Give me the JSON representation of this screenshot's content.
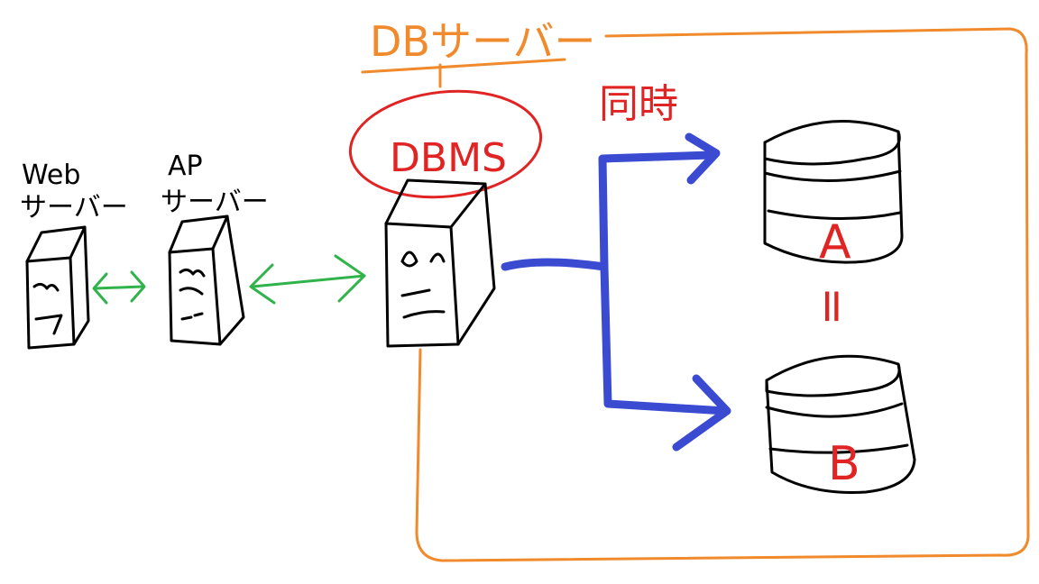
{
  "labels": {
    "web_server_line1": "Web",
    "web_server_line2": "サーバー",
    "ap_server_line1": "AP",
    "ap_server_line2": "サーバー",
    "db_server": "DBサーバー",
    "dbms": "DBMS",
    "simultaneous": "同時",
    "db_a": "A",
    "db_b": "B",
    "equal_sign": "="
  },
  "colors": {
    "boundary": "#f08a2c",
    "highlight": "#e02424",
    "bidirectional_link": "#2fb34a",
    "write_flow": "#3a4bd1",
    "outline": "#000000"
  }
}
